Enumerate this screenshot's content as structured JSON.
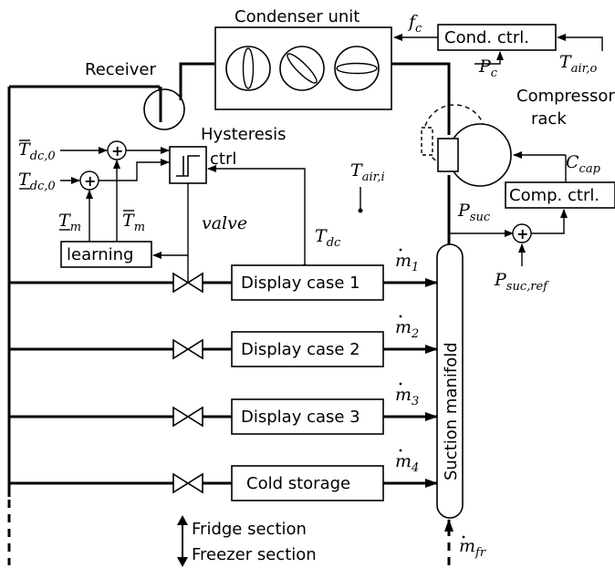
{
  "labels": {
    "condenser_unit": "Condenser unit",
    "f_c": "f",
    "f_c_sub": "c",
    "cond_ctrl": "Cond. ctrl.",
    "t_air_o": "T",
    "t_air_o_sub": "air,o",
    "p_c": "P",
    "p_c_sub": "c",
    "receiver": "Receiver",
    "compressor_line1": "Compressor",
    "compressor_line2": "rack",
    "hysteresis": "Hysteresis",
    "ctrl": "ctrl",
    "t_dc_upper": "T",
    "t_dc_upper_sub": "dc,0",
    "t_dc_lower": "T",
    "t_dc_lower_sub": "dc,0",
    "t_m_lower": "T",
    "t_m_lower_sub": "m",
    "t_m_upper": "T",
    "t_m_upper_sub": "m",
    "learning": "learning",
    "valve": "valve",
    "t_dc": "T",
    "t_dc_sub": "dc",
    "t_air_i": "T",
    "t_air_i_sub": "air,i",
    "c_cap": "C",
    "c_cap_sub": "cap",
    "comp_ctrl": "Comp. ctrl.",
    "p_suc": "P",
    "p_suc_sub": "suc",
    "p_suc_ref": "P",
    "p_suc_ref_sub": "suc,ref",
    "plus": "+",
    "m_dot": "m",
    "m1_sub": "1",
    "m2_sub": "2",
    "m3_sub": "3",
    "m4_sub": "4",
    "mfr_sub": "fr",
    "suction_manifold": "Suction manifold",
    "fridge_section": "Fridge section",
    "freezer_section": "Freezer section"
  },
  "display_cases": [
    "Display case 1",
    "Display case 2",
    "Display case 3",
    "Cold storage"
  ]
}
